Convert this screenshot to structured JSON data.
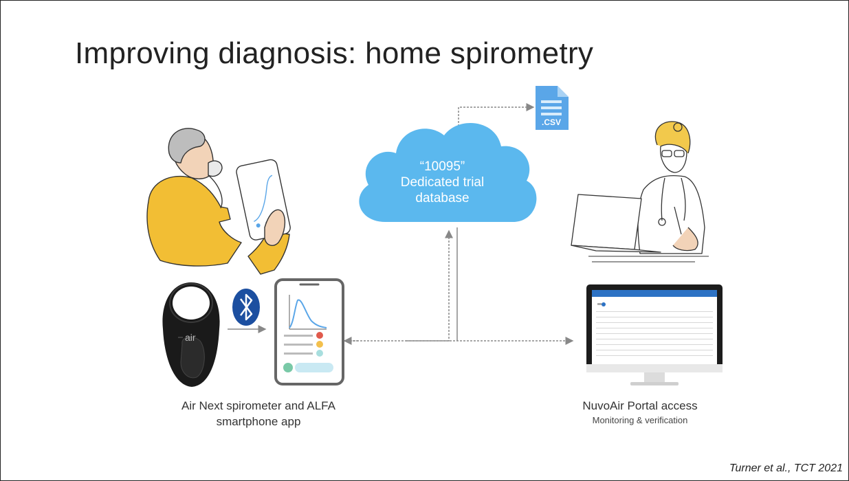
{
  "slide": {
    "title": "Improving diagnosis: home spirometry",
    "citation": "Turner et al., TCT 2021"
  },
  "cloud": {
    "line1": "“10095”",
    "line2": "Dedicated trial",
    "line3": "database"
  },
  "file_icon": {
    "label": ".CSV"
  },
  "device": {
    "brand_label": "air"
  },
  "captions": {
    "left_line1": "Air Next spirometer and ALFA",
    "left_line2": "smartphone app",
    "right_main": "NuvoAir Portal access",
    "right_sub": "Monitoring & verification"
  },
  "colors": {
    "cloud": "#5bb8ee",
    "bluetooth": "#1c4fa0",
    "file": "#5aa6e8",
    "connector": "#888888",
    "indicator_red": "#e05a4c",
    "indicator_yellow": "#f3c04d",
    "indicator_teal": "#a8dede",
    "sweater": "#f2be34"
  }
}
